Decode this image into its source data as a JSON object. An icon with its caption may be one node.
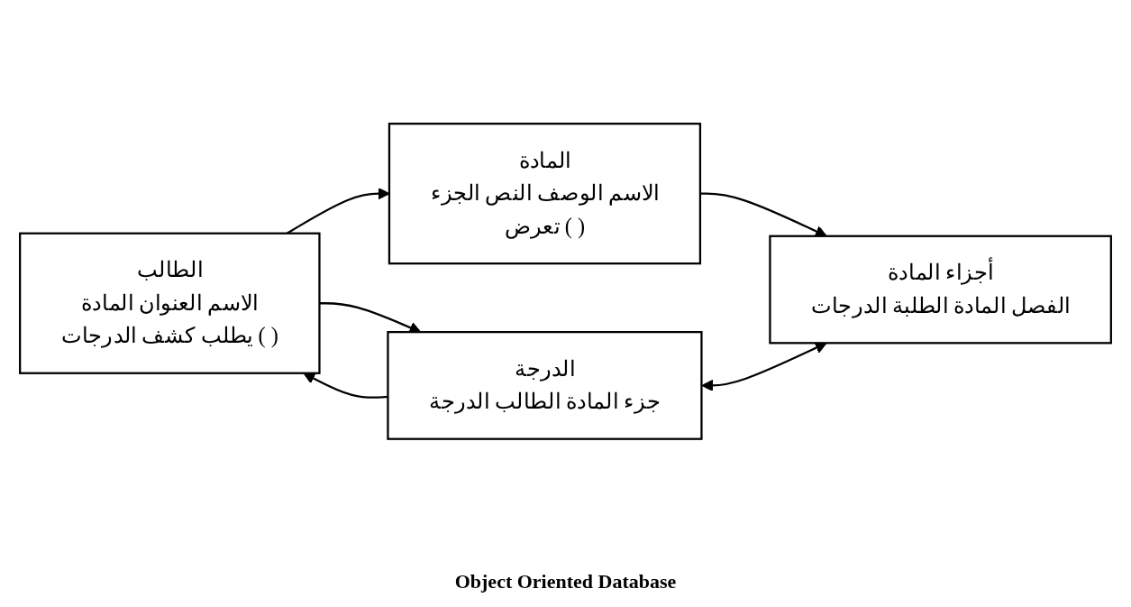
{
  "diagram": {
    "caption": "Object Oriented Database",
    "nodes": [
      {
        "text": [
          "الطالب",
          "الاسم العنوان المادة",
          "يطلب كشف الدرجات ( )"
        ]
      },
      {
        "text": [
          "المادة",
          "الاسم الوصف النص الجزء",
          "تعرض ( )"
        ]
      },
      {
        "text": [
          "أجزاء المادة",
          "الفصل المادة الطلبة الدرجات"
        ]
      },
      {
        "text": [
          "الدرجة",
          "جزء المادة الطالب الدرجة"
        ]
      }
    ],
    "edges": [
      {
        "from": 0,
        "to": 1,
        "arrow": "to"
      },
      {
        "from": 1,
        "to": 2,
        "arrow": "to"
      },
      {
        "from": 0,
        "to": 3,
        "arrow": "to"
      },
      {
        "from": 3,
        "to": 0,
        "arrow": "to"
      },
      {
        "from": 3,
        "to": 2,
        "arrow": "both"
      }
    ]
  }
}
